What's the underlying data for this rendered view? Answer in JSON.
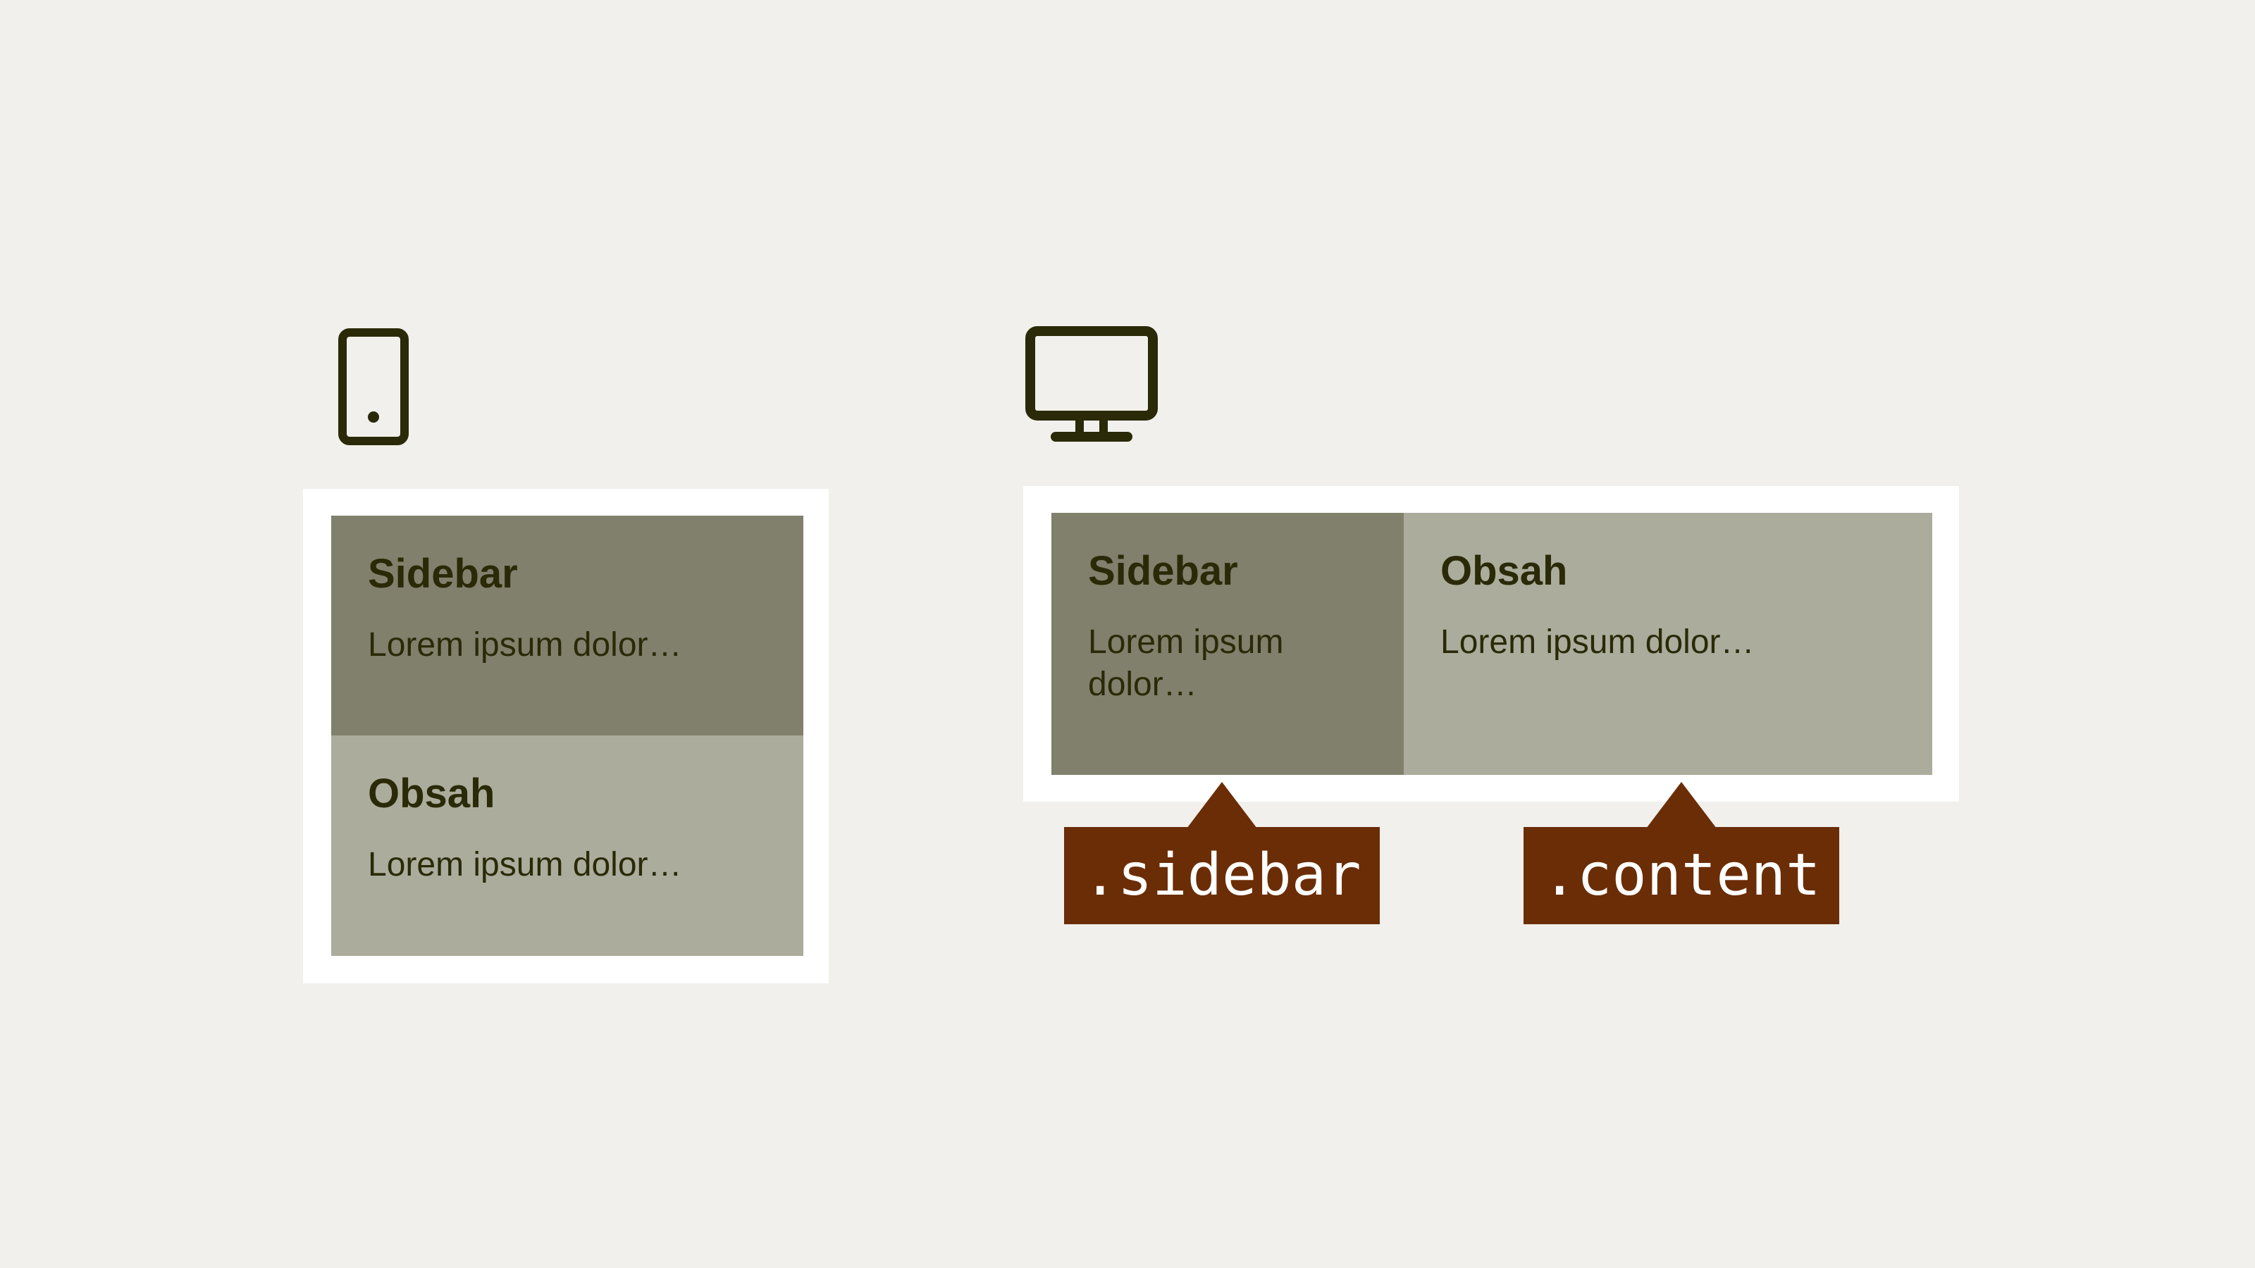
{
  "mobile": {
    "icon": "smartphone-icon",
    "sidebar": {
      "title": "Sidebar",
      "text": "Lorem ipsum dolor…"
    },
    "content": {
      "title": "Obsah",
      "text": "Lorem ipsum dolor…"
    }
  },
  "desktop": {
    "icon": "desktop-monitor-icon",
    "sidebar": {
      "title": "Sidebar",
      "text": "Lorem ipsum dolor…"
    },
    "content": {
      "title": "Obsah",
      "text": "Lorem ipsum dolor…"
    }
  },
  "labels": {
    "sidebar": ".sidebar",
    "content": ".content"
  },
  "colors": {
    "background": "#f1f0ec",
    "frame": "#ffffff",
    "sidebar_panel": "#81806c",
    "content_panel": "#abac9c",
    "panel_text": "#2a2a08",
    "label_bg": "#6b2d06",
    "label_text": "#ffffff",
    "icon_stroke": "#2a2a08"
  }
}
